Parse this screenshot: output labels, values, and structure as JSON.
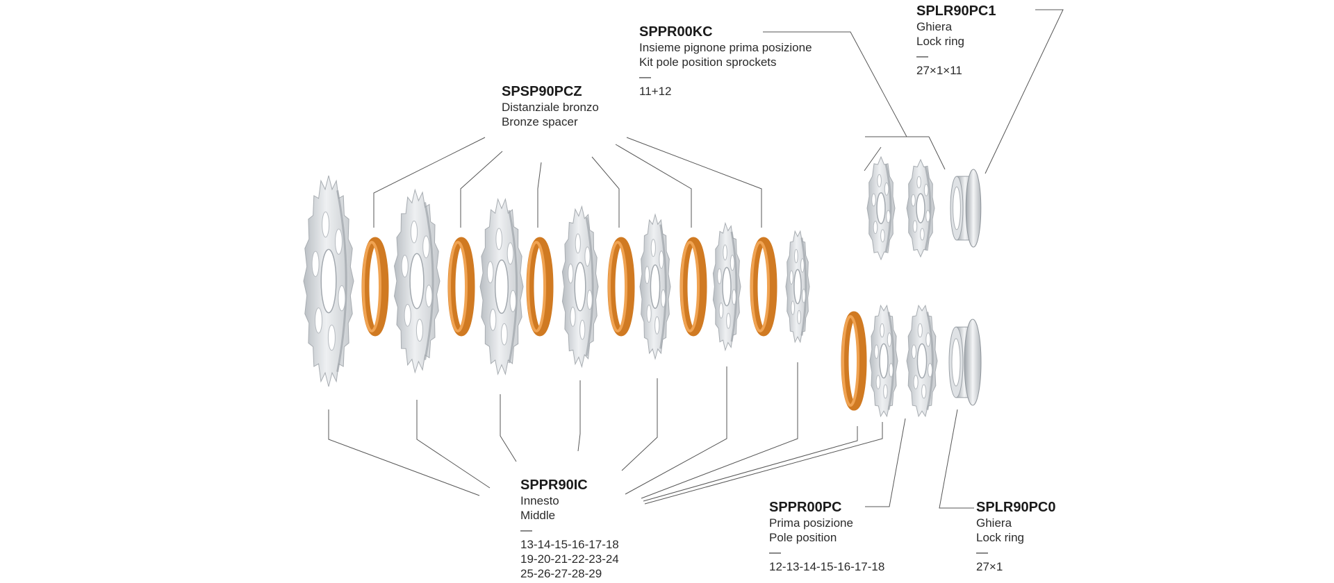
{
  "colors": {
    "bronze": "#d07a22",
    "bronze_light": "#f0a352",
    "silver": "#d8dbde",
    "silver_dark": "#a7acb1",
    "leader": "#555555",
    "text": "#2a2a2a"
  },
  "parts": {
    "spacer": {
      "code": "SPSP90PCZ",
      "it": "Distanziale bronzo",
      "en": "Bronze spacer"
    },
    "kit": {
      "code": "SPPR00KC",
      "it": "Insieme pignone prima posizione",
      "en": "Kit pole position sprockets",
      "dash": "—",
      "sizes": [
        "11+12"
      ]
    },
    "lockring_top": {
      "code": "SPLR90PC1",
      "it": "Ghiera",
      "en": "Lock ring",
      "dash": "—",
      "sizes": [
        "27×1×11"
      ]
    },
    "middle": {
      "code": "SPPR90IC",
      "it": "Innesto",
      "en": "Middle",
      "dash": "—",
      "sizes": [
        "13-14-15-16-17-18",
        "19-20-21-22-23-24",
        "25-26-27-28-29"
      ]
    },
    "pole": {
      "code": "SPPR00PC",
      "it": "Prima posizione",
      "en": "Pole position",
      "dash": "—",
      "sizes": [
        "12-13-14-15-16-17-18"
      ]
    },
    "lockring_bottom": {
      "code": "SPLR90PC0",
      "it": "Ghiera",
      "en": "Lock ring",
      "dash": "—",
      "sizes": [
        "27×1"
      ]
    }
  },
  "icons": [
    "sprocket-icon",
    "bronze-spacer-icon",
    "lock-ring-icon"
  ]
}
